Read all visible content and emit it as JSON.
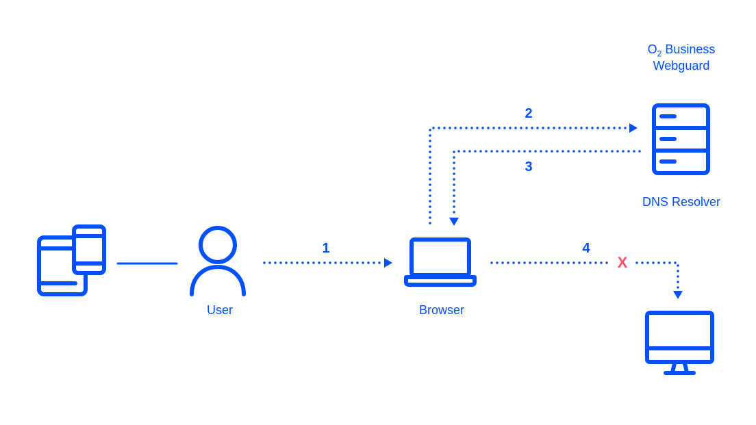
{
  "labels": {
    "webguard_line1": "O",
    "webguard_sub": "2",
    "webguard_line1_rest": " Business",
    "webguard_line2": "Webguard",
    "dns_resolver": "DNS Resolver",
    "user": "User",
    "browser": "Browser"
  },
  "steps": {
    "step1": "1",
    "step2": "2",
    "step3": "3",
    "step4": "4",
    "blocked_mark": "X"
  },
  "colors": {
    "primary": "#0050ff",
    "blocked": "#ff4f6b"
  },
  "icons": {
    "devices": "tablet-phone-icon",
    "user": "user-icon",
    "browser": "laptop-icon",
    "server": "server-icon",
    "target": "monitor-icon"
  }
}
